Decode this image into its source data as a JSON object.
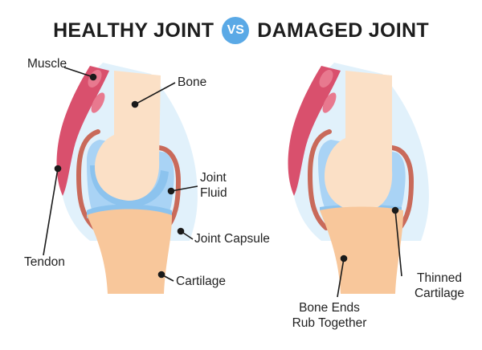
{
  "title": {
    "left": "HEALTHY JOINT",
    "vs": "VS",
    "right": "DAMAGED JOINT"
  },
  "labels": {
    "muscle": "Muscle",
    "bone": "Bone",
    "joint_fluid_line1": "Joint",
    "joint_fluid_line2": "Fluid",
    "tendon": "Tendon",
    "joint_capsule": "Joint Capsule",
    "cartilage": "Cartilage",
    "thinned_line1": "Thinned",
    "thinned_line2": "Cartilage",
    "rub_line1": "Bone Ends",
    "rub_line2": "Rub Together"
  },
  "colors": {
    "accent": "#5aa9e6",
    "muscle": "#d9506d",
    "capsule": "#c96a5a",
    "fluid": "#a9d3f5",
    "bone_upper": "#fbe0c6",
    "bone_lower": "#f8c79b",
    "synovium": "#dff0fb"
  }
}
